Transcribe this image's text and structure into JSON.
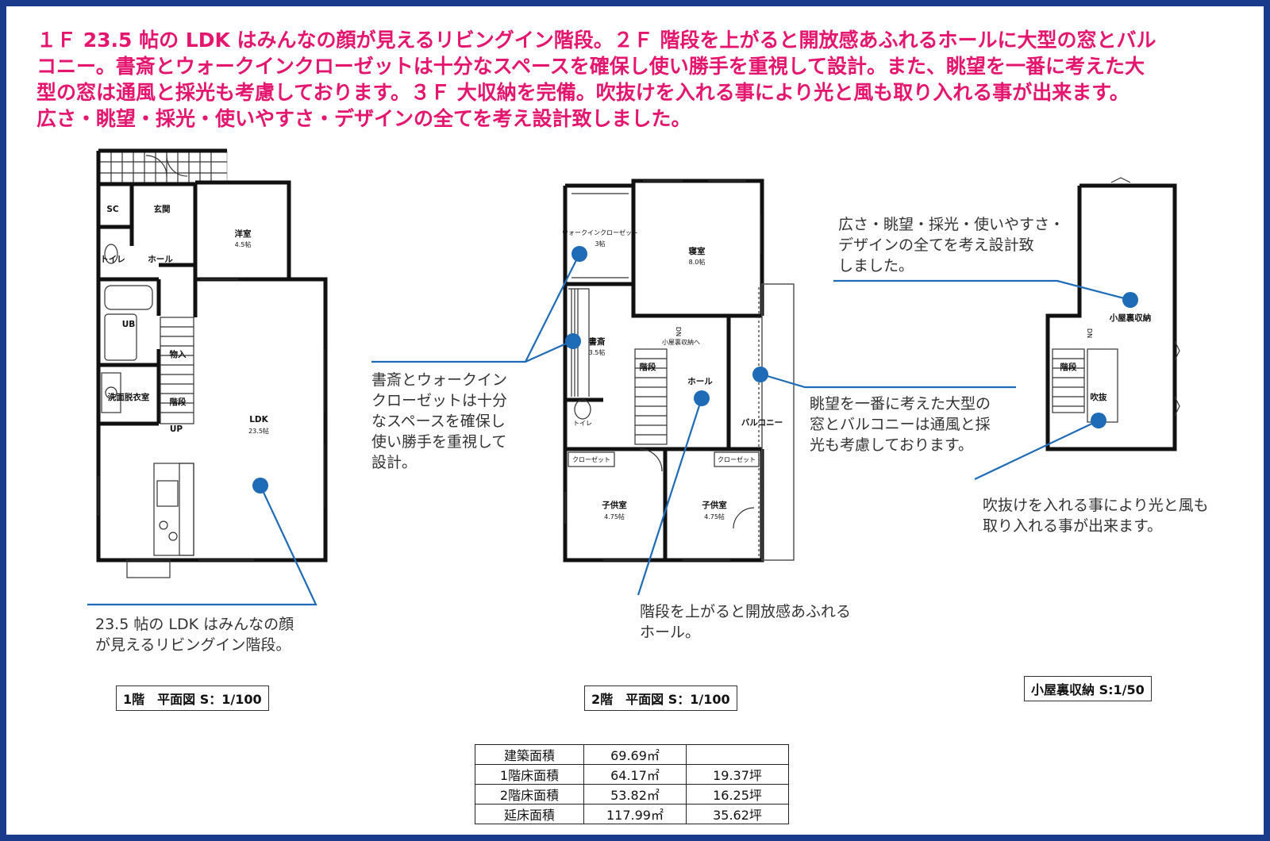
{
  "headline": [
    "１Ｆ 23.5 帖の LDK はみんなの顔が見えるリビングイン階段。２Ｆ 階段を上がると開放感あふれるホールに大型の窓とバル",
    "コニー。書斎とウォークインクローゼットは十分なスペースを確保し使い勝手を重視して設計。また、眺望を一番に考えた大",
    "型の窓は通風と採光も考慮しております。３Ｆ 大収納を完備。吹抜けを入れる事により光と風も取り入れる事が出来ます。",
    "広さ・眺望・採光・使いやすさ・デザインの全てを考え設計致しました。"
  ],
  "floor1": {
    "title": "1階　平面図 S：1/100",
    "rooms": {
      "sc": "SC",
      "genkan": "玄関",
      "yoshitsu": "洋室",
      "yoshitsu_size": "4.5帖",
      "toilet": "トイレ",
      "hall": "ホール",
      "ub": "UB",
      "monoire": "物入",
      "senmen": "洗面脱衣室",
      "kaidan": "階段",
      "up": "UP",
      "ldk": "LDK",
      "ldk_size": "23.5帖"
    },
    "note": [
      "23.5 帖の LDK はみんなの顔",
      "が見えるリビングイン階段。"
    ]
  },
  "floor2": {
    "title": "2階　平面図 S：1/100",
    "rooms": {
      "wic": "ウォークインクローゼット",
      "wic_size": "3帖",
      "shinshitsu": "寝室",
      "shinshitsu_size": "8.0帖",
      "shosai": "書斎",
      "shosai_size": "3.5帖",
      "dn": "DN",
      "koyaura_he": "小屋裏収納へ",
      "kaidan": "階段",
      "hall": "ホール",
      "balcony": "バルコニー",
      "toilet": "トイレ",
      "closet1": "クローゼット",
      "closet2": "クローゼット",
      "kodomo1": "子供室",
      "kodomo1_size": "4.75帖",
      "kodomo2": "子供室",
      "kodomo2_size": "4.75帖"
    },
    "note_study": [
      "書斎とウォークイン",
      "クローゼットは十分",
      "なスペースを確保し",
      "使い勝手を重視して",
      "設計。"
    ],
    "note_hall": [
      "階段を上がると開放感あふれる",
      "ホール。"
    ],
    "note_balcony": [
      "眺望を一番に考えた大型の",
      "窓とバルコニーは通風と採",
      "光も考慮しております。"
    ]
  },
  "floor3": {
    "title": "小屋裏収納 S:1/50",
    "rooms": {
      "koyaura": "小屋裏収納",
      "dn": "DN",
      "kaidan": "階段",
      "fukinuke": "吹抜"
    },
    "note_top": [
      "広さ・眺望・採光・使いやすさ・",
      "デザインの全てを考え設計致",
      "しました。"
    ],
    "note_atrium": [
      "吹抜けを入れる事により光と風も",
      "取り入れる事が出来ます。"
    ]
  },
  "area_table": {
    "rows": [
      [
        "建築面積",
        "69.69㎡",
        ""
      ],
      [
        "1階床面積",
        "64.17㎡",
        "19.37坪"
      ],
      [
        "2階床面積",
        "53.82㎡",
        "16.25坪"
      ],
      [
        "延床面積",
        "117.99㎡",
        "35.62坪"
      ]
    ]
  },
  "colors": {
    "frame": "#1a3a8c",
    "headline": "#e5166f",
    "leader": "#1e6bb8"
  }
}
